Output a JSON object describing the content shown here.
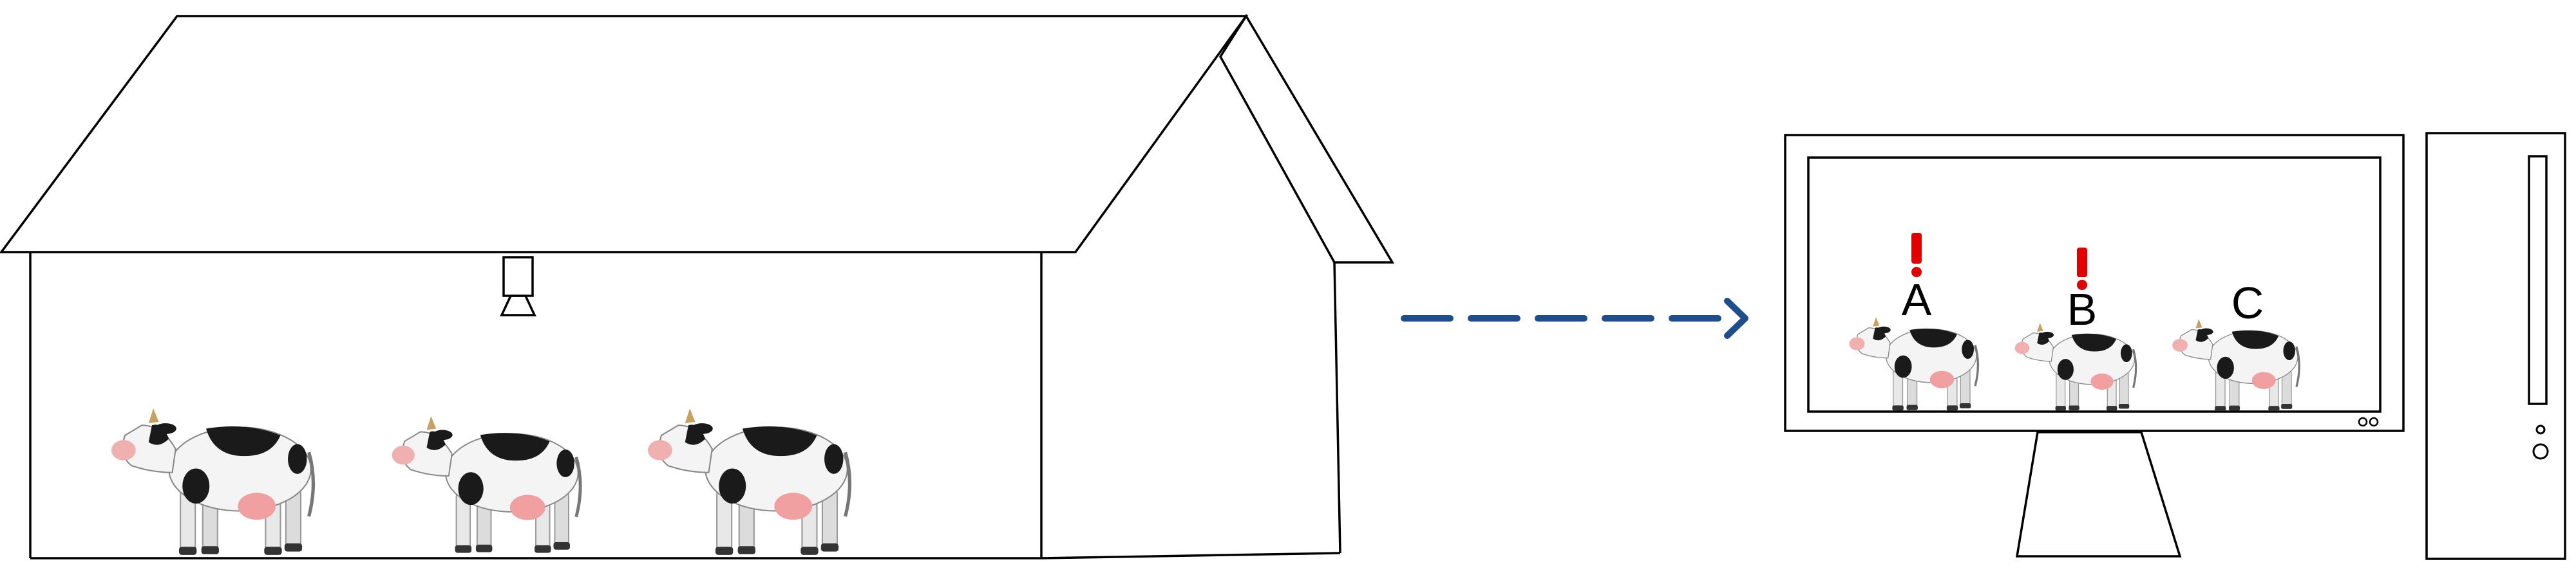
{
  "colors": {
    "alert": "#e00000",
    "arrow": "#1f4e8c",
    "cow_black": "#1a1a1a",
    "cow_body": "#f4f4f4",
    "cow_pink": "#f0a0a0"
  },
  "icons": [
    "barn-icon",
    "camera-icon",
    "cow-icon",
    "arrow-icon",
    "monitor-icon",
    "computer-tower-icon",
    "alert-icon"
  ],
  "monitor": {
    "cows": [
      {
        "label": "A",
        "alert": true
      },
      {
        "label": "B",
        "alert": true
      },
      {
        "label": "C",
        "alert": false
      }
    ]
  }
}
